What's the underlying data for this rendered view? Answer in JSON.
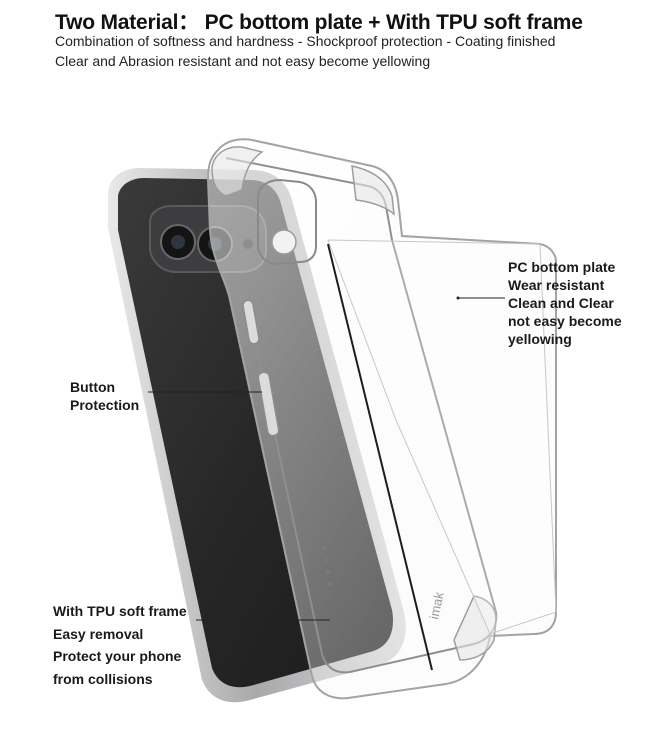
{
  "header": {
    "title": "Two Material： PC bottom plate + With TPU soft frame",
    "subtitle_1": "Combination of softness and hardness - Shockproof protection - Coating finished",
    "subtitle_2": "Clear and Abrasion resistant and not easy become yellowing"
  },
  "callouts": {
    "pc_plate": [
      "PC bottom plate",
      "Wear resistant",
      "Clean and Clear",
      "not easy become",
      "yellowing"
    ],
    "button": [
      "Button",
      "Protection"
    ],
    "tpu_frame": [
      "With TPU soft frame",
      "Easy removal",
      "Protect your phone",
      "from collisions"
    ]
  },
  "case_brand_text": "imak",
  "colors": {
    "phone_body": "#2b2b2b",
    "phone_frame": "#c9c9cb",
    "case_edge": "#9a9a9a",
    "text": "#1a1a1a",
    "background": "#ffffff"
  }
}
